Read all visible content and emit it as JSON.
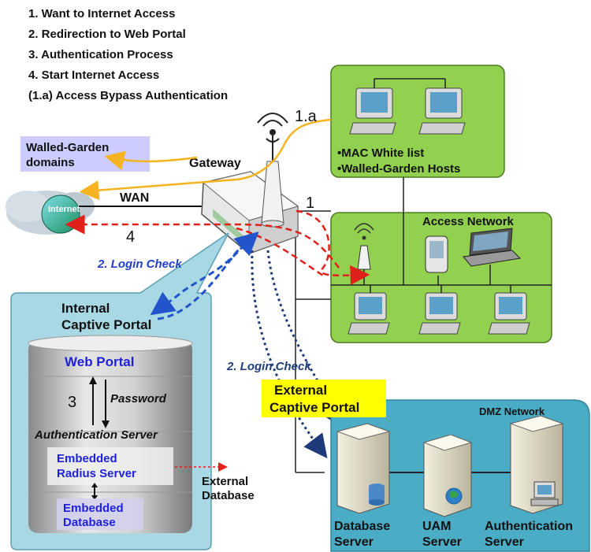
{
  "steps": [
    "1. Want to Internet Access",
    "2. Redirection to Web Portal",
    "3. Authentication Process",
    "4. Start Internet Access",
    "(1.a) Access Bypass Authentication"
  ],
  "labels": {
    "walled_garden_domains_line1": "Walled-Garden",
    "walled_garden_domains_line2": "domains",
    "gateway": "Gateway",
    "wan": "WAN",
    "internet": "Internet",
    "step_1a": "1.a",
    "step_1": "1",
    "step_4": "4",
    "step_3": "3",
    "login_check_top": "2. Login Check",
    "login_check_bottom": "2. Login Check",
    "mac_white_list": "•MAC White list",
    "walled_garden_hosts": "•Walled-Garden Hosts",
    "access_network": "Access Network",
    "internal_portal_line1": "Internal",
    "internal_portal_line2": "Captive Portal",
    "web_portal": "Web Portal",
    "password": "Password",
    "auth_server": "Authentication Server",
    "embedded_radius_line1": "Embedded",
    "embedded_radius_line2": "Radius Server",
    "embedded_db_line1": "Embedded",
    "embedded_db_line2": "Database",
    "external_db_line1": "External",
    "external_db_line2": "Database",
    "external_portal_line1": "External",
    "external_portal_line2": "Captive Portal",
    "dmz_network": "DMZ Network",
    "database_server_line1": "Database",
    "database_server_line2": "Server",
    "uam_server_line1": "UAM",
    "uam_server_line2": "Server",
    "authentication_server_line1": "Authentication",
    "authentication_server_line2": "Server"
  },
  "colors": {
    "green_panel": "#92d050",
    "dmz_panel": "#4bacc6",
    "internal_panel": "#a7d8e3",
    "yellow_label": "#ffff00",
    "lavender_label": "#ccccff",
    "blue_text": "#1f1fe0",
    "red_path": "#e0201a",
    "orange_path": "#f5b320",
    "blue_path": "#2255cc",
    "navy_path": "#1f3a7a"
  }
}
